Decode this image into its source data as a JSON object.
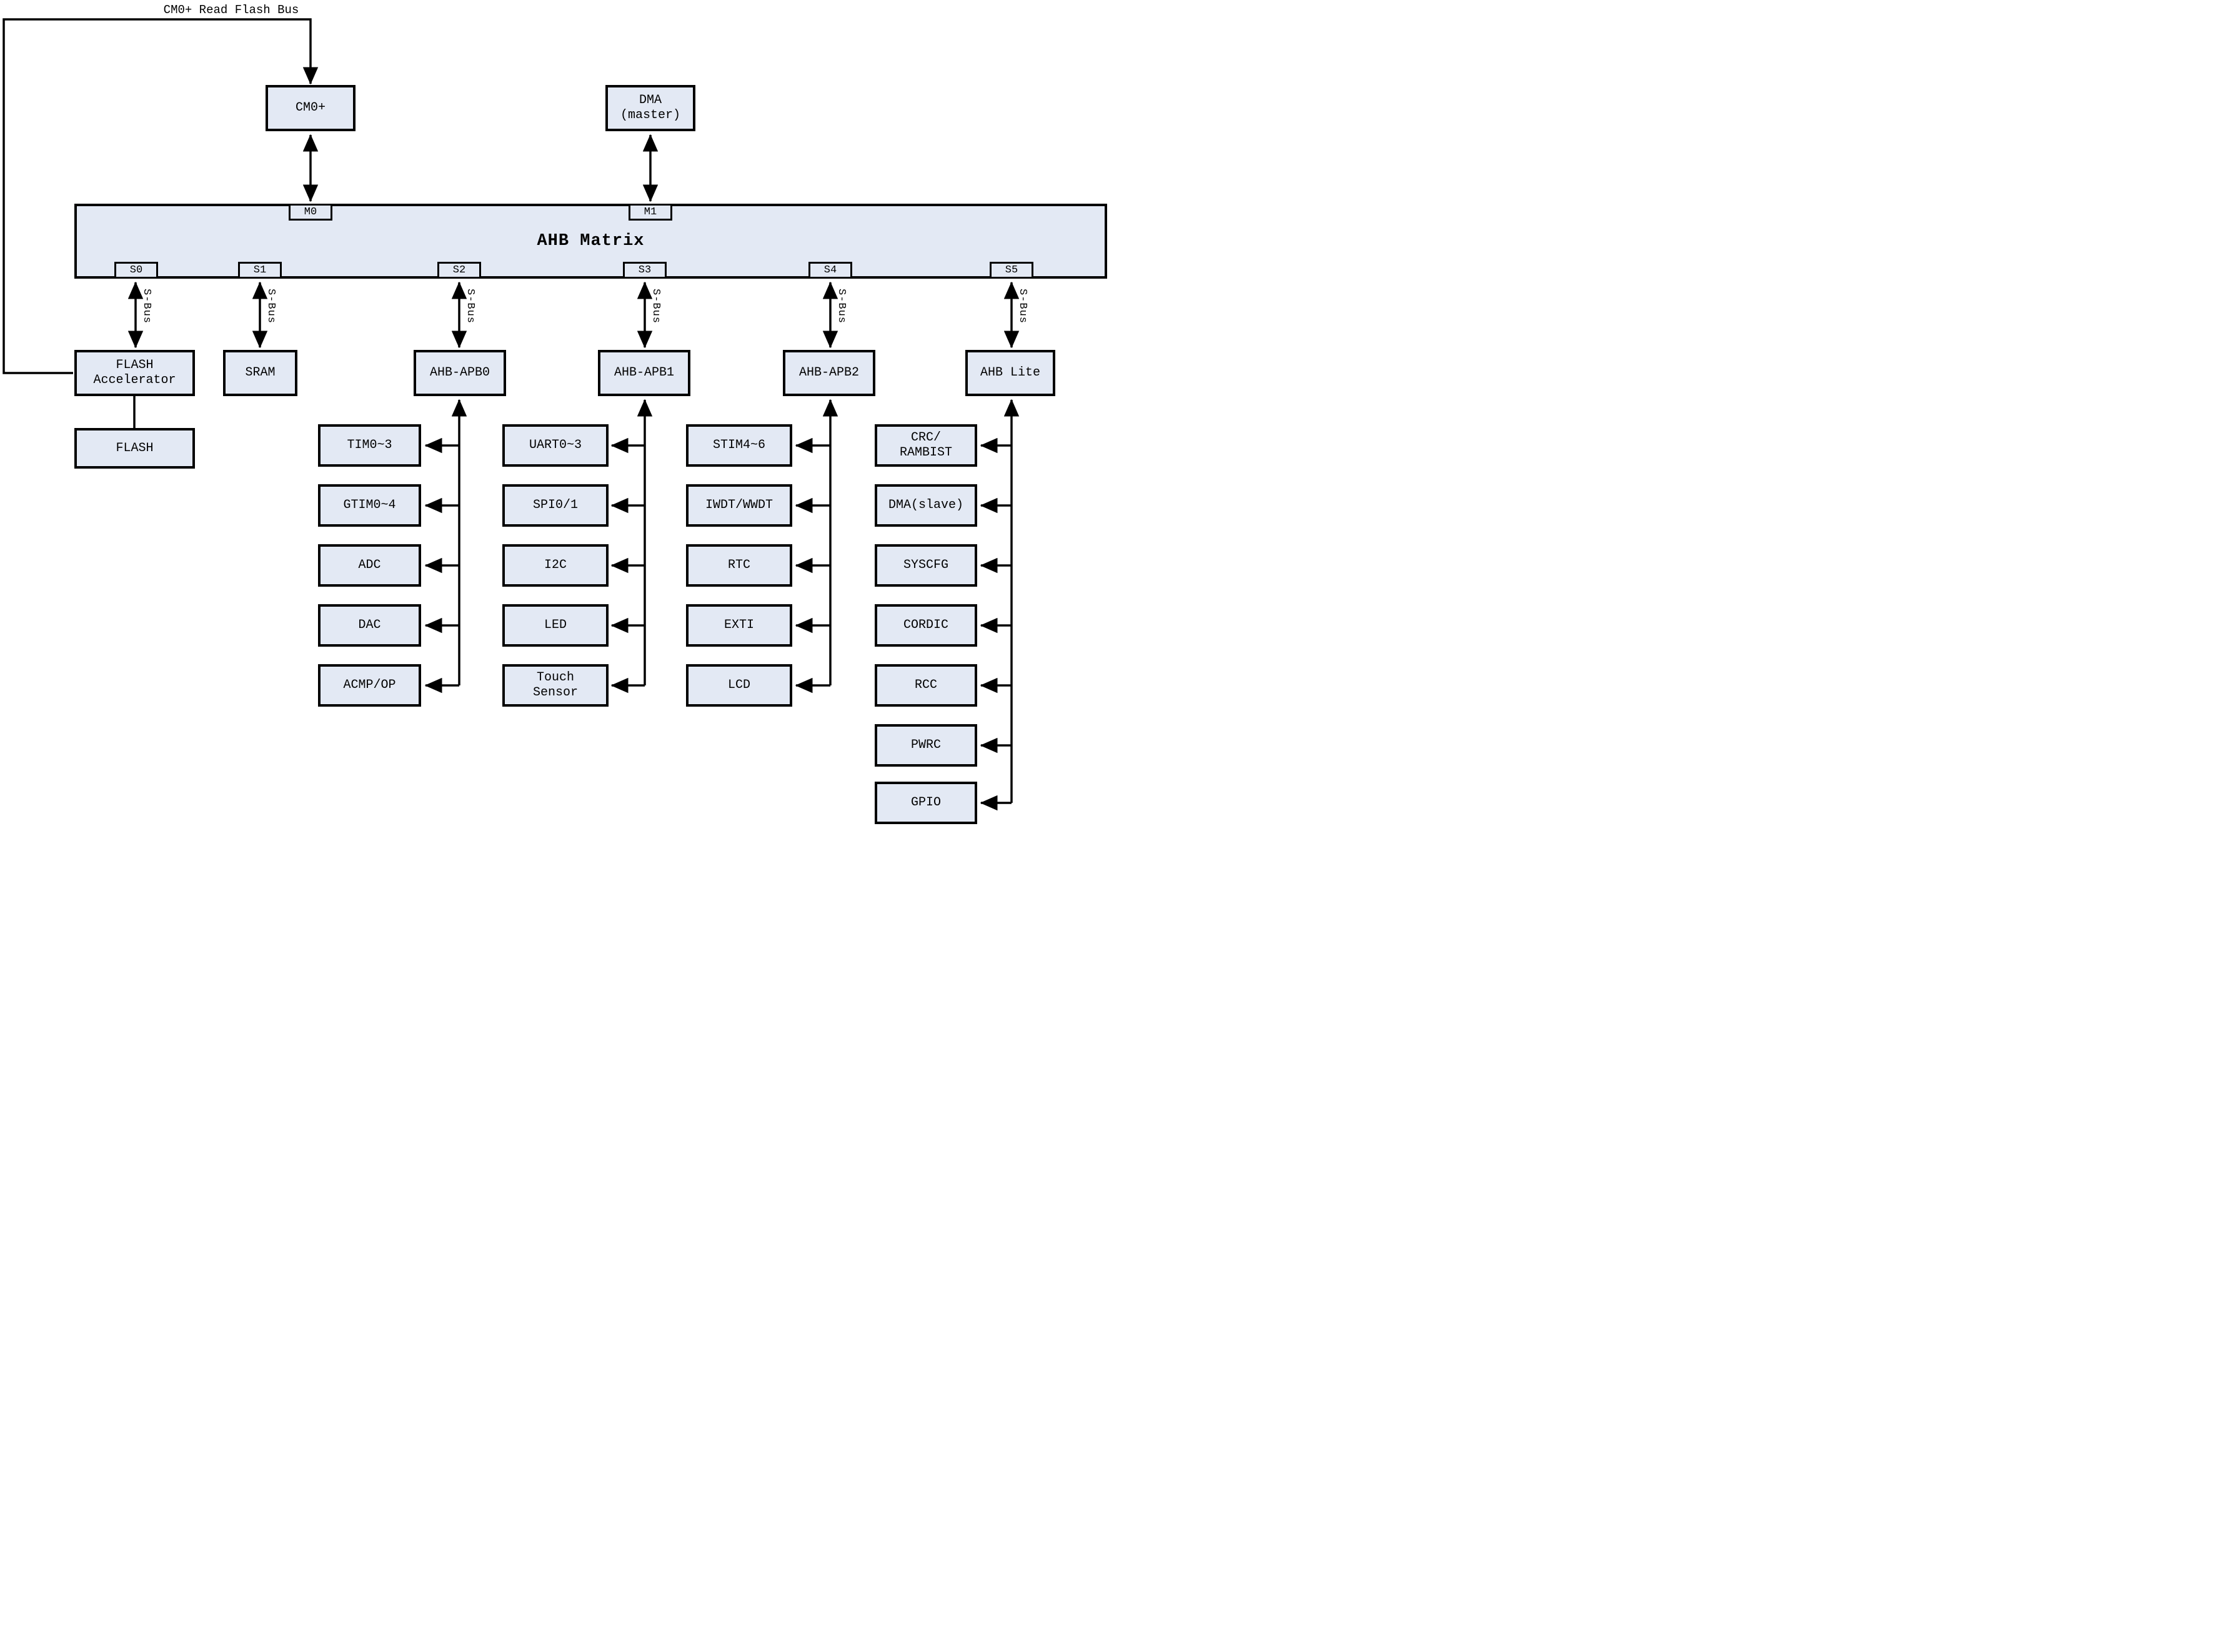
{
  "diagram": {
    "top_bus_label": "CM0+ Read Flash Bus",
    "sbus_label": "S-Bus",
    "colors": {
      "box_fill": "#e3e9f4",
      "border": "#000000",
      "background": "#ffffff"
    },
    "masters": {
      "cm0": {
        "label": "CM0+"
      },
      "dma": {
        "l1": "DMA",
        "l2": "(master)"
      }
    },
    "matrix": {
      "title": "AHB Matrix",
      "master_ports": [
        {
          "label": "M0"
        },
        {
          "label": "M1"
        }
      ],
      "slave_ports": [
        {
          "label": "S0"
        },
        {
          "label": "S1"
        },
        {
          "label": "S2"
        },
        {
          "label": "S3"
        },
        {
          "label": "S4"
        },
        {
          "label": "S5"
        }
      ]
    },
    "columns": {
      "s0": {
        "head": {
          "l1": "FLASH",
          "l2": "Accelerator"
        },
        "child": {
          "label": "FLASH"
        }
      },
      "s1": {
        "head": {
          "l1": "SRAM"
        }
      },
      "s2": {
        "head": {
          "l1": "AHB-APB0"
        },
        "items": [
          {
            "l1": "TIM0~3"
          },
          {
            "l1": "GTIM0~4"
          },
          {
            "l1": "ADC"
          },
          {
            "l1": "DAC"
          },
          {
            "l1": "ACMP/OP"
          }
        ]
      },
      "s3": {
        "head": {
          "l1": "AHB-APB1"
        },
        "items": [
          {
            "l1": "UART0~3"
          },
          {
            "l1": "SPI0/1"
          },
          {
            "l1": "I2C"
          },
          {
            "l1": "LED"
          },
          {
            "l1": "Touch",
            "l2": "Sensor"
          }
        ]
      },
      "s4": {
        "head": {
          "l1": "AHB-APB2"
        },
        "items": [
          {
            "l1": "STIM4~6"
          },
          {
            "l1": "IWDT/WWDT"
          },
          {
            "l1": "RTC"
          },
          {
            "l1": "EXTI"
          },
          {
            "l1": "LCD"
          }
        ]
      },
      "s5": {
        "head": {
          "l1": "AHB Lite"
        },
        "items": [
          {
            "l1": "CRC/",
            "l2": "RAMBIST"
          },
          {
            "l1": "DMA(slave)"
          },
          {
            "l1": "SYSCFG"
          },
          {
            "l1": "CORDIC"
          },
          {
            "l1": "RCC"
          },
          {
            "l1": "PWRC"
          },
          {
            "l1": "GPIO"
          }
        ]
      }
    }
  }
}
